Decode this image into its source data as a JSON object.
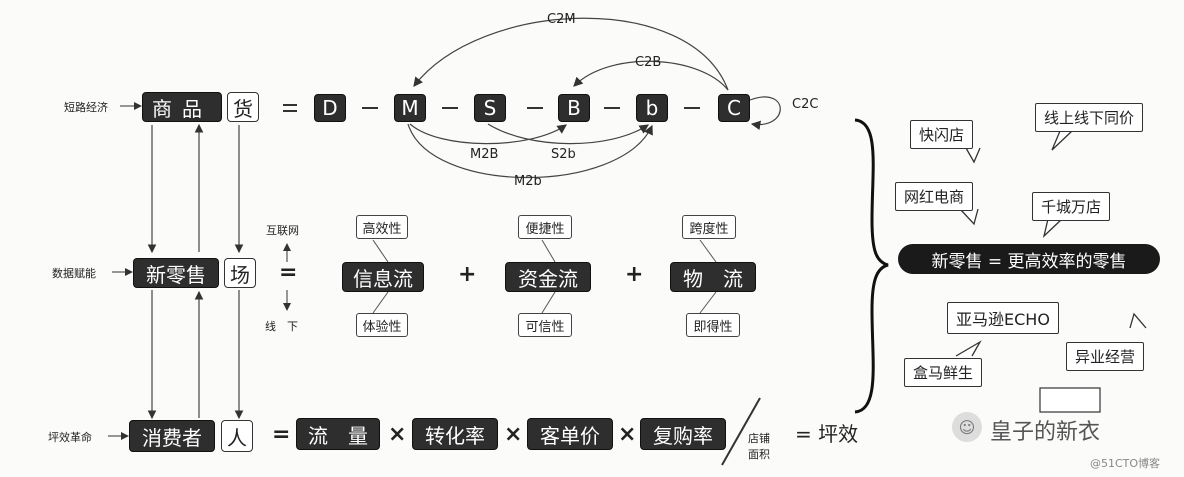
{
  "row1": {
    "side_label": "短路经济",
    "goods": "商品",
    "huo": "货",
    "eq": "=",
    "chain": [
      "D",
      "M",
      "S",
      "B",
      "b",
      "C"
    ],
    "arc_labels": {
      "c2m": "C2M",
      "c2b": "C2B",
      "c2c": "C2C",
      "m2b": "M2B",
      "s2b": "S2b",
      "m2b_small": "M2b"
    }
  },
  "row2": {
    "side_label": "数据赋能",
    "new_retail": "新零售",
    "chang": "场",
    "eq": "=",
    "internet": "互联网",
    "offline": "线　下",
    "flows": [
      {
        "top": "高效性",
        "main": "信息流",
        "bottom": "体验性"
      },
      {
        "top": "便捷性",
        "main": "资金流",
        "bottom": "可信性"
      },
      {
        "top": "跨度性",
        "main": "物　流",
        "bottom": "即得性"
      }
    ],
    "plus": "+"
  },
  "row3": {
    "side_label": "坪效革命",
    "consumer": "消费者",
    "ren": "人",
    "eq": "=",
    "factors": [
      "流　量",
      "转化率",
      "客单价",
      "复购率"
    ],
    "times": "×",
    "store_area_1": "店铺",
    "store_area_2": "面积",
    "result": "= 坪效"
  },
  "right": {
    "center": "新零售 = 更高效率的零售",
    "bubbles": [
      "快闪店",
      "线上线下同价",
      "网红电商",
      "千城万店",
      "亚马逊ECHO",
      "异业经营",
      "盒马鲜生"
    ]
  },
  "watermark": {
    "brand": "皇子的新衣",
    "site": "@51CTO博客"
  }
}
